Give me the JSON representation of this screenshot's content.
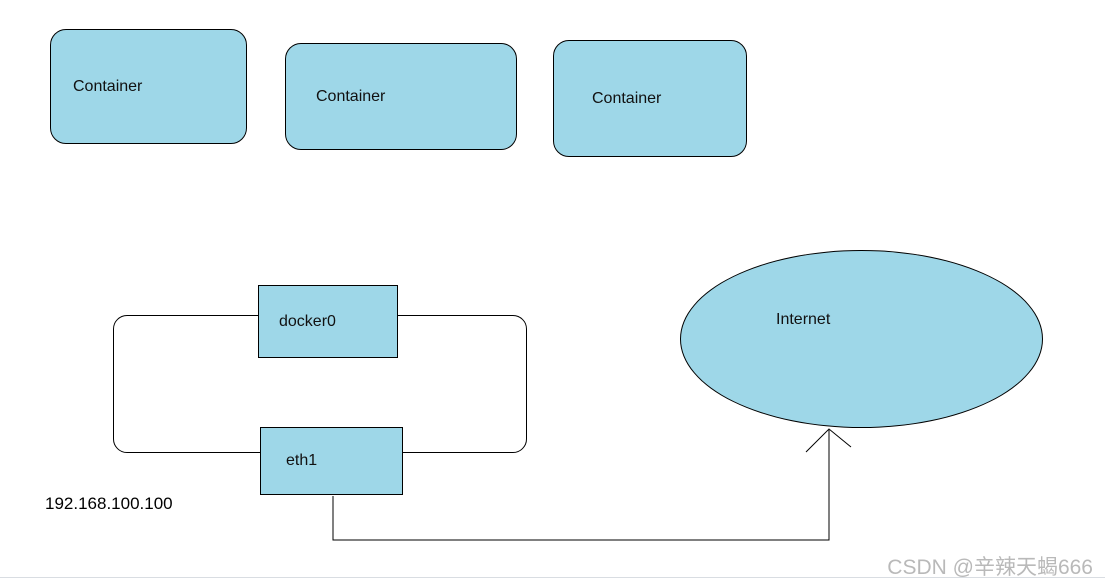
{
  "nodes": {
    "containers": [
      {
        "label": "Container"
      },
      {
        "label": "Container"
      },
      {
        "label": "Container"
      }
    ],
    "docker_bridge": {
      "label": "docker0"
    },
    "eth_interface": {
      "label": "eth1"
    },
    "internet": {
      "label": "Internet"
    }
  },
  "labels": {
    "host_ip": "192.168.100.100",
    "watermark": "CSDN @辛辣天蝎666"
  },
  "colors": {
    "node_fill": "#9ed7e8",
    "node_border": "#000000",
    "connector_line": "#000000",
    "watermark_text": "#b9b9b9",
    "bottom_divider": "#d9dde2"
  }
}
